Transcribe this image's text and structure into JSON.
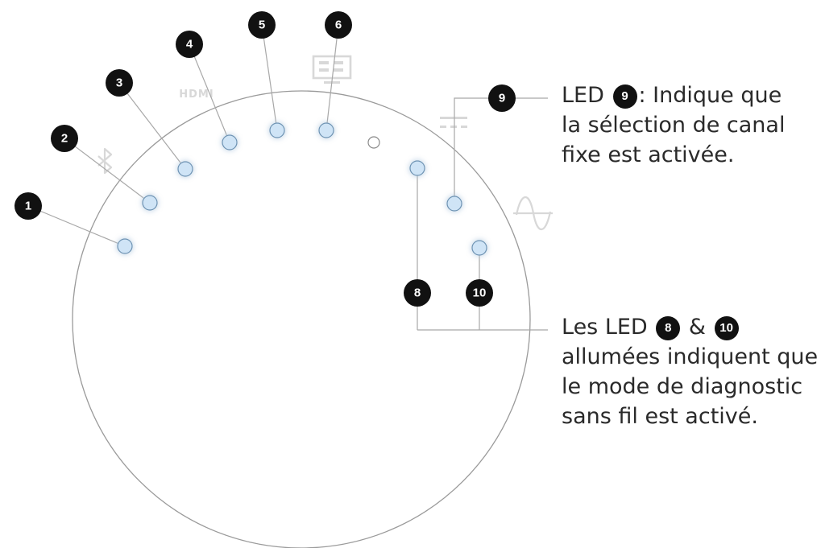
{
  "callouts": [
    "1",
    "2",
    "3",
    "4",
    "5",
    "6",
    "8",
    "9",
    "10"
  ],
  "icons": {
    "bluetooth": "bluetooth-icon",
    "hdmi": "HDMI",
    "tv": "tv-icon",
    "fixed": "fixed-channel-icon",
    "analog": "sine-wave-icon"
  },
  "colors": {
    "led_fill": "#cfe4f6",
    "led_glow": "#9fcbf0",
    "led_stroke": "#6e93b3",
    "callout_fill": "#111111",
    "outline": "#9a9a9a",
    "icon_color": "#d8d8d8"
  },
  "notes": {
    "led9": {
      "prefix": "LED",
      "badge": "9",
      "suffix": ": Indique que",
      "line2": "la sélection de canal",
      "line3": "fixe est activée."
    },
    "led8_10": {
      "prefix": "Les LED",
      "badge1": "8",
      "amp": "&",
      "badge2": "10",
      "line2": "allumées indiquent que",
      "line3": "le mode de diagnostic",
      "line4": "sans fil est activé."
    }
  }
}
